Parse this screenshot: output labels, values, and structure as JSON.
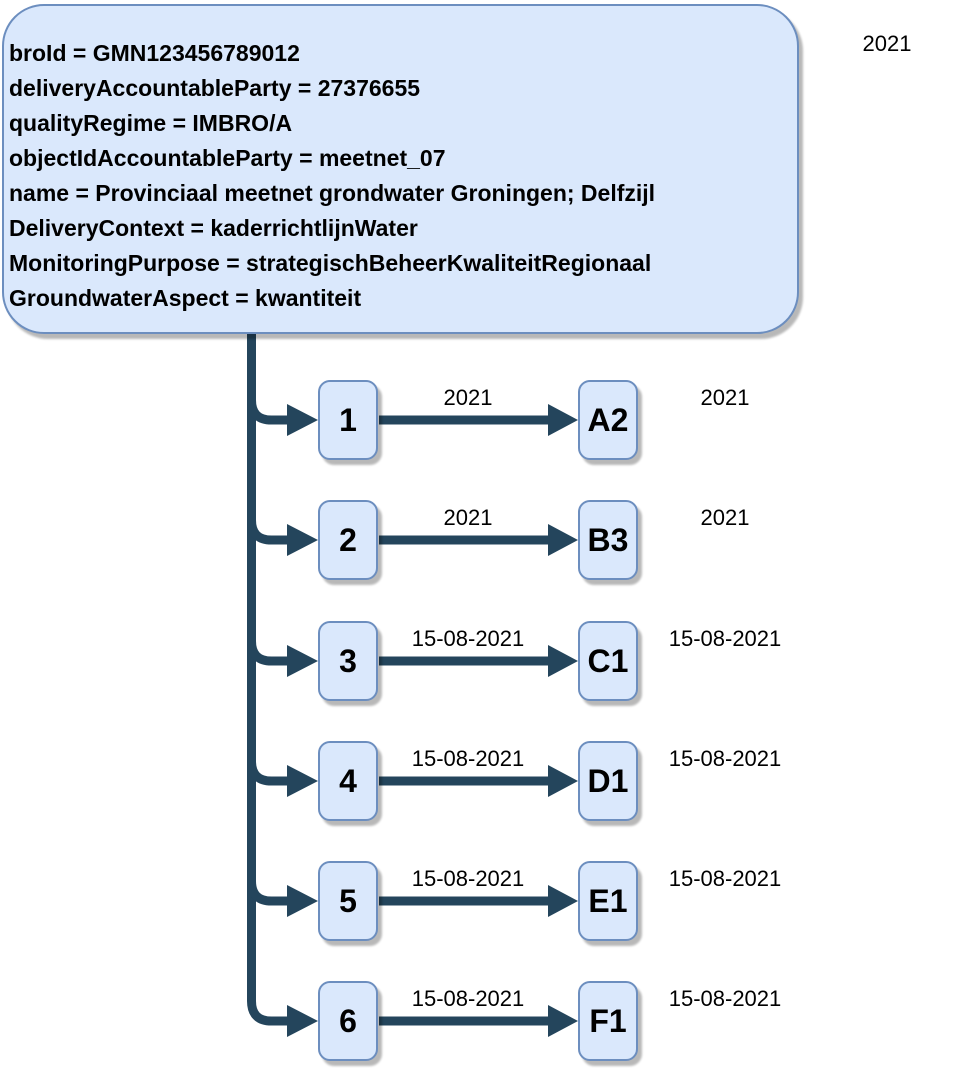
{
  "diagram": {
    "gmn_box": {
      "lines": [
        "broId = GMN123456789012",
        "deliveryAccountableParty = 27376655",
        "qualityRegime = IMBRO/A",
        "objectIdAccountableParty = meetnet_07",
        "name = Provinciaal meetnet grondwater Groningen; Delfzijl",
        "DeliveryContext = kaderrichtlijnWater",
        "MonitoringPurpose = strategischBeheerKwaliteitRegionaal",
        "GroundwaterAspect = kwantiteit"
      ]
    },
    "top_right_label": "2021",
    "rows": [
      {
        "number": "1",
        "code": "A2",
        "arrow_label": "2021",
        "side_label": "2021"
      },
      {
        "number": "2",
        "code": "B3",
        "arrow_label": "2021",
        "side_label": "2021"
      },
      {
        "number": "3",
        "code": "C1",
        "arrow_label": "15-08-2021",
        "side_label": "15-08-2021"
      },
      {
        "number": "4",
        "code": "D1",
        "arrow_label": "15-08-2021",
        "side_label": "15-08-2021"
      },
      {
        "number": "5",
        "code": "E1",
        "arrow_label": "15-08-2021",
        "side_label": "15-08-2021"
      },
      {
        "number": "6",
        "code": "F1",
        "arrow_label": "15-08-2021",
        "side_label": "15-08-2021"
      }
    ],
    "colors": {
      "node_fill": "#dae8fc",
      "node_stroke": "#6c8ebf",
      "connector": "#24455c",
      "text": "#000000"
    }
  }
}
